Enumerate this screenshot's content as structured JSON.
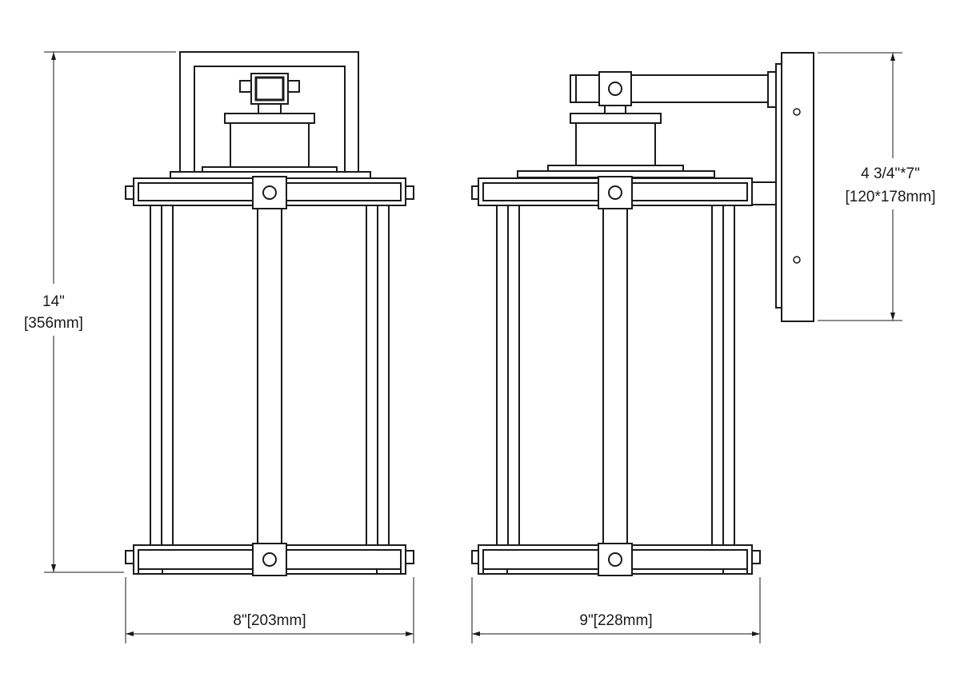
{
  "dimensions": {
    "height": {
      "value": "14\"",
      "metric": "[356mm]"
    },
    "front_width": {
      "label": "8\"[203mm]"
    },
    "side_width": {
      "label": "9\"[228mm]"
    },
    "backplate": {
      "value": "4 3/4\"*7\"",
      "metric": "[120*178mm]"
    }
  },
  "colors": {
    "line": "#1a1a1a",
    "background": "#ffffff"
  }
}
